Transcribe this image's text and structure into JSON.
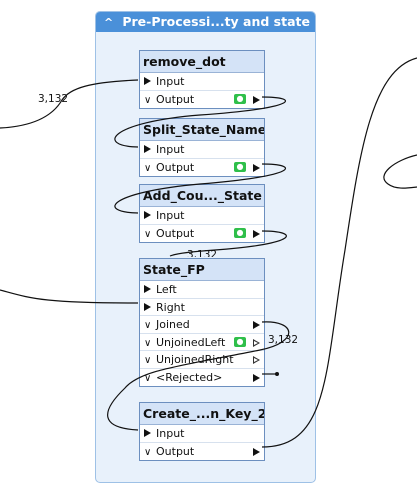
{
  "bookmark": {
    "caret": "^",
    "title": "Pre-Processi...ty and state"
  },
  "nodes": {
    "remove_dot": {
      "title": "remove_dot",
      "input": "Input",
      "output": "Output"
    },
    "split_state_name": {
      "title": "Split_State_Name",
      "input": "Input",
      "output": "Output"
    },
    "add_state": {
      "title": "Add_Cou..._State",
      "input": "Input",
      "output": "Output"
    },
    "state_fp": {
      "title": "State_FP",
      "left": "Left",
      "right": "Right",
      "joined": "Joined",
      "joined_left": "UnjoinedLeft",
      "joined_right": "UnjoinedRight",
      "rejected": "<Rejected>"
    },
    "create_key": {
      "title": "Create_...n_Key_2",
      "input": "Input",
      "output": "Output"
    }
  },
  "counts": {
    "left_feature": "3,132",
    "unjoined_left": "3,132",
    "partial": "3,132"
  },
  "icons": {
    "expander": "chevron-down-icon",
    "inspect": "eye-icon",
    "port_arrow": "arrow-right-icon"
  },
  "colors": {
    "bookmark_header": "#4a90d9",
    "bookmark_body": "#e8f1fb",
    "node_title": "#d4e3f7",
    "inspect_green": "#2fbf4a"
  }
}
